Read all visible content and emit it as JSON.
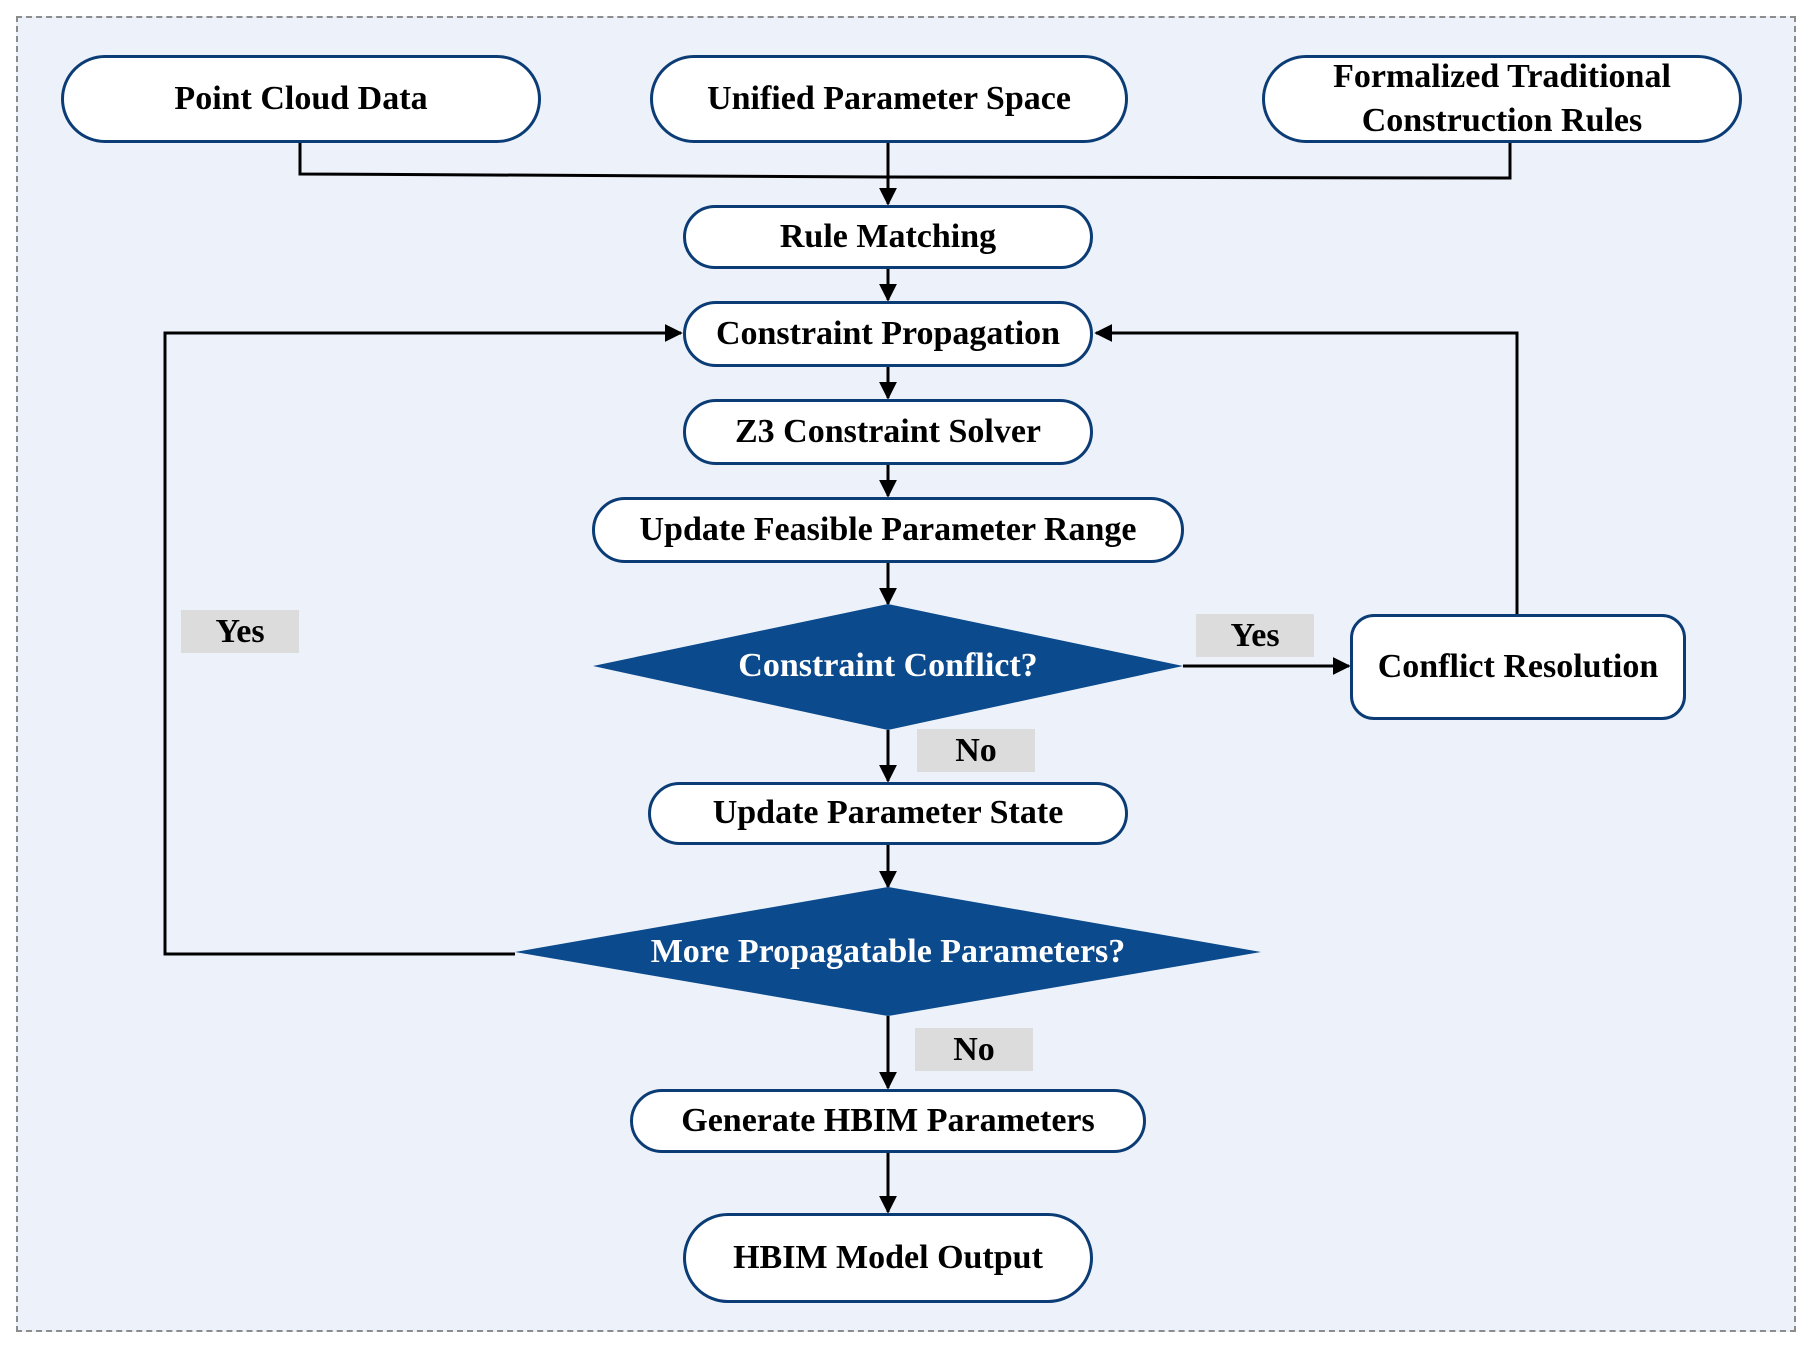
{
  "nodes": {
    "point_cloud": "Point Cloud Data",
    "unified_space": "Unified Parameter Space",
    "rules_line1": "Formalized Traditional",
    "rules_line2": "Construction Rules",
    "rule_matching": "Rule Matching",
    "constraint_propagation": "Constraint Propagation",
    "z3_solver": "Z3 Constraint Solver",
    "update_range": "Update Feasible Parameter Range",
    "conflict_resolution": "Conflict Resolution",
    "update_state": "Update Parameter State",
    "generate_hbim": "Generate HBIM Parameters",
    "hbim_output": "HBIM Model Output"
  },
  "decisions": {
    "conflict": "Constraint Conflict?",
    "more_params": "More Propagatable Parameters?"
  },
  "edge_labels": {
    "conflict_yes": "Yes",
    "conflict_no": "No",
    "more_yes": "Yes",
    "more_no": "No"
  },
  "colors": {
    "node_border": "#0b3c75",
    "diamond_fill": "#0b4a8c",
    "background": "#edf2fa",
    "label_bg": "#dcdcdc"
  }
}
